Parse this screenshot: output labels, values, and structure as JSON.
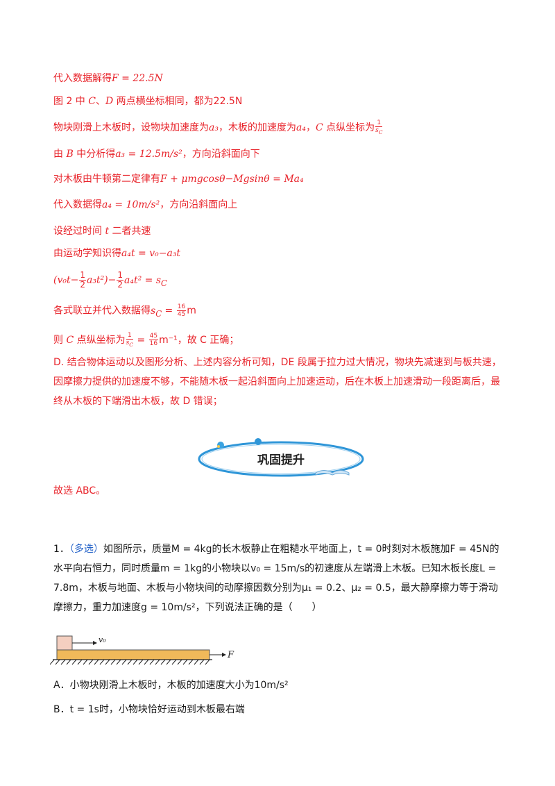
{
  "solution": {
    "line1": {
      "text": "代入数据解得",
      "formula": "F = 22.5N"
    },
    "line2": {
      "t1": "图 2 中 ",
      "c": "C",
      "t2": "、",
      "d": "D",
      "t3": " 两点横坐标相同，都为22.5N"
    },
    "line3": {
      "t1": "物块刚滑上木板时，设物块加速度为",
      "a3": "a₃",
      "t2": "，木板的加速度为",
      "a4": "a₄",
      "t3": "，",
      "c": "C",
      "t4": " 点纵坐标为",
      "frac_num": "1",
      "frac_den": "s",
      "frac_den_sub": "C"
    },
    "line4": {
      "t1": "由 ",
      "b": "B",
      "t2": " 中分析得",
      "formula": "a₃ = 12.5m/s²",
      "t3": "，方向沿斜面向下"
    },
    "line5": {
      "t1": "对木板由牛顿第二定律有",
      "formula": "F + μmgcosθ−Mgsinθ = Ma₄"
    },
    "line6": {
      "t1": "代入数据得",
      "formula": "a₄ = 10m/s²",
      "t2": "，方向沿斜面向上"
    },
    "line7": {
      "t1": "设经过时间 ",
      "t": "t",
      "t2": " 二者共速"
    },
    "line8": {
      "t1": "由运动学知识得",
      "formula": "a₄t = v₀−a₃t"
    },
    "line9": {
      "p1": "(v₀t−",
      "f1_num": "1",
      "f1_den": "2",
      "p2": "a₃t²)−",
      "f2_num": "1",
      "f2_den": "2",
      "p3": "a₄t² = s",
      "sub": "C"
    },
    "line10": {
      "t1": "各式联立并代入数据得",
      "lhs": "s",
      "lhs_sub": "C",
      "eq": " = ",
      "num": "16",
      "den": "45",
      "unit": "m"
    },
    "line11": {
      "t1": "则 ",
      "c": "C",
      "t2": " 点纵坐标为",
      "f1_num": "1",
      "f1_den": "s",
      "f1_den_sub": "C",
      "eq": " = ",
      "f2_num": "45",
      "f2_den": "16",
      "unit": "m⁻¹",
      "t3": "，故 C 正确；"
    },
    "option_d": "D. 结合物体运动以及图形分析、上述内容分析可知，DE 段属于拉力过大情况，物块先减速到与板共速，因摩擦力提供的加速度不够，不能随木板一起沿斜面向上加速运动，后在木板上加速滑动一段距离后，最终从木板的下端滑出木板，故 D 错误；",
    "banner_title": "巩固提升",
    "answer": "故选 ABC。"
  },
  "question": {
    "number": "1．",
    "tag": "（多选）",
    "stem": "如图所示，质量M = 4kg的长木板静止在粗糙水平地面上，t = 0时刻对木板施加F = 45N的水平向右恒力，同时质量m = 1kg的小物块以v₀ = 15m/s的初速度从左端滑上木板。已知木板长度L = 7.8m，木板与地面、木板与小物块间的动摩擦因数分别为μ₁ = 0.2、μ₂ = 0.5，最大静摩擦力等于滑动摩擦力，重力加速度g = 10m/s²，下列说法正确的是（　　）",
    "diagram_v0": "v₀",
    "diagram_f": "F",
    "option_a": "A．小物块刚滑上木板时，木板的加速度大小为10m/s²",
    "option_b": "B．t = 1s时，小物块恰好运动到木板最右端"
  },
  "colors": {
    "solution_text": "#e8242b",
    "question_text": "#1a1a1a",
    "tag": "#2563c9",
    "block": "#f4cfc0",
    "board": "#f0b95a",
    "ring": "#2f96d8"
  }
}
